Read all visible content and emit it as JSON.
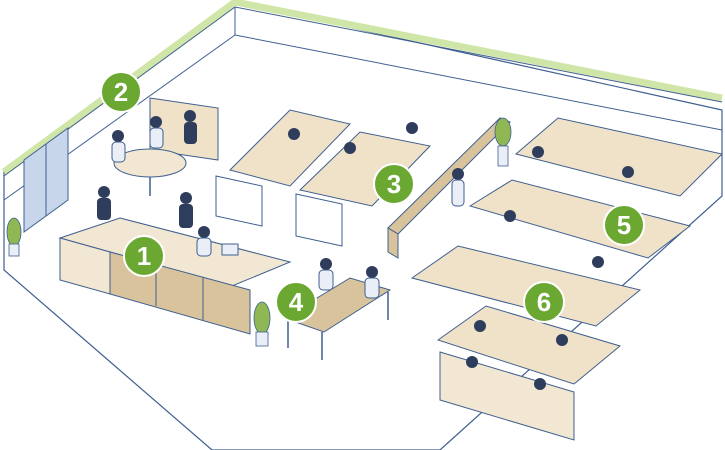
{
  "diagram": {
    "type": "isometric office floor plan",
    "colors": {
      "marker_fill": "#6aa832",
      "marker_text": "#ffffff",
      "outline": "#3f5f8f",
      "floor": "#ffffff",
      "wall_top": "#cfe6a8",
      "partition_fill": "#efe2c8",
      "desk_fill": "#f1e7d2",
      "counter_fill": "#d9c39c",
      "window_fill": "#c8d6ec",
      "plant_leaf": "#8fb855",
      "person_dark": "#2f3d5c",
      "person_light": "#e9eef7"
    },
    "markers": [
      {
        "label": "1",
        "area": "reception-counter"
      },
      {
        "label": "2",
        "area": "meeting-table"
      },
      {
        "label": "3",
        "area": "library-desks"
      },
      {
        "label": "4",
        "area": "consultation-desk"
      },
      {
        "label": "5",
        "area": "cubicles-upper-right"
      },
      {
        "label": "6",
        "area": "cubicles-lower-right"
      }
    ]
  }
}
